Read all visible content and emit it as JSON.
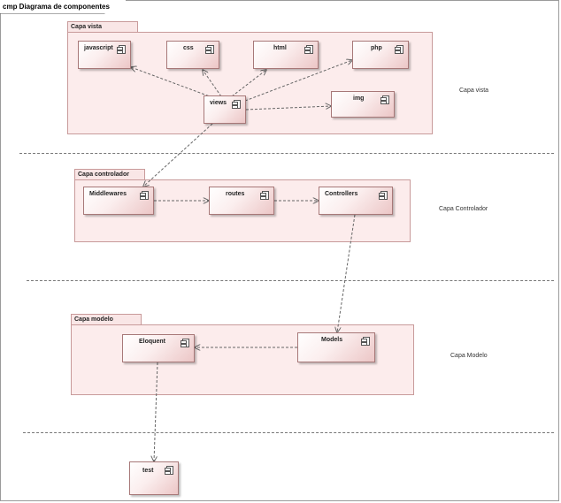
{
  "diagram": {
    "title": "cmp Diagrama de componentes",
    "packages": {
      "vista": "Capa vista",
      "controlador": "Capa controlador",
      "modelo": "Capa modelo"
    },
    "layer_labels": {
      "vista": "Capa vista",
      "controlador": "Capa Controlador",
      "modelo": "Capa Modelo"
    },
    "components": {
      "javascript": "javascript",
      "css": "css",
      "html": "html",
      "php": "php",
      "views": "views",
      "img": "img",
      "middlewares": "Middlewares",
      "routes": "routes",
      "controllers": "Controllers",
      "eloquent": "Eloquent",
      "models": "Models",
      "test": "test"
    },
    "dependencies": [
      {
        "from": "views",
        "to": "javascript"
      },
      {
        "from": "views",
        "to": "css"
      },
      {
        "from": "views",
        "to": "html"
      },
      {
        "from": "views",
        "to": "php"
      },
      {
        "from": "views",
        "to": "img"
      },
      {
        "from": "views",
        "to": "middlewares"
      },
      {
        "from": "middlewares",
        "to": "routes"
      },
      {
        "from": "routes",
        "to": "controllers"
      },
      {
        "from": "controllers",
        "to": "models"
      },
      {
        "from": "models",
        "to": "eloquent"
      },
      {
        "from": "eloquent",
        "to": "test"
      }
    ],
    "colors": {
      "package_fill": "#fcecec",
      "package_border": "#c89a9a",
      "component_border": "#a77878",
      "edge": "#666666"
    }
  }
}
